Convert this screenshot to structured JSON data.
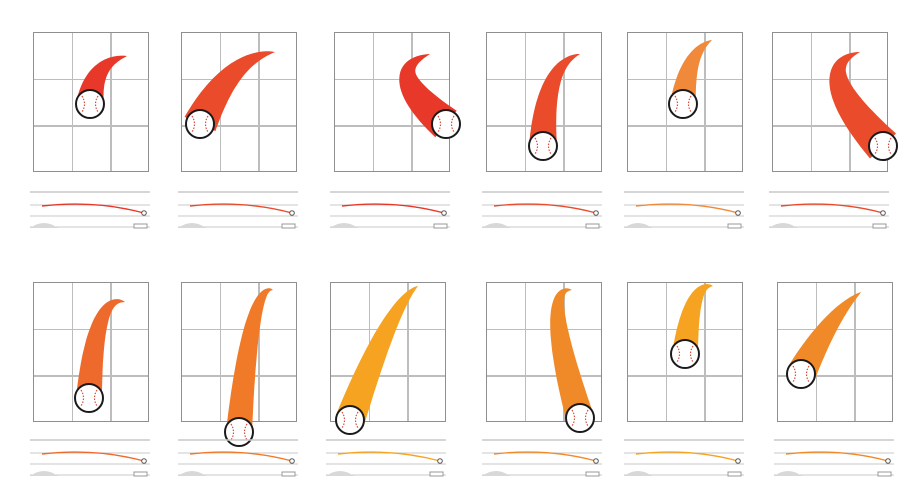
{
  "colors": {
    "grid_border": "#8f8f8f",
    "grid_line": "#bdbdbd",
    "ball_fill": "#ffffff",
    "ball_stroke": "#1a1a1a",
    "seam": "#d94a3a",
    "mound": "#d8d8d8",
    "side_line": "#c8c8c8"
  },
  "pitches": [
    {
      "id": 1,
      "color": "#e8382a",
      "start": "top-right",
      "end": "middle-center"
    },
    {
      "id": 2,
      "color": "#ea4b2b",
      "start": "top-right",
      "end": "middle-left"
    },
    {
      "id": 3,
      "color": "#e8382a",
      "start": "top-right",
      "end": "middle-right"
    },
    {
      "id": 4,
      "color": "#ea4b2b",
      "start": "top-right",
      "end": "bottom-center"
    },
    {
      "id": 5,
      "color": "#f08a3a",
      "start": "top-center",
      "end": "middle-center"
    },
    {
      "id": 6,
      "color": "#ea4b2b",
      "start": "top-right",
      "end": "bottom-right"
    },
    {
      "id": 7,
      "color": "#ee6a2c",
      "start": "top-center",
      "end": "bottom-center"
    },
    {
      "id": 8,
      "color": "#f07a28",
      "start": "top-center",
      "end": "below-zone-center"
    },
    {
      "id": 9,
      "color": "#f6a321",
      "start": "top-right",
      "end": "bottom-left"
    },
    {
      "id": 10,
      "color": "#f08a28",
      "start": "top-center",
      "end": "bottom-right"
    },
    {
      "id": 11,
      "color": "#f6a321",
      "start": "top-center",
      "end": "middle-center"
    },
    {
      "id": 12,
      "color": "#f08a28",
      "start": "top-right",
      "end": "middle-left"
    }
  ]
}
